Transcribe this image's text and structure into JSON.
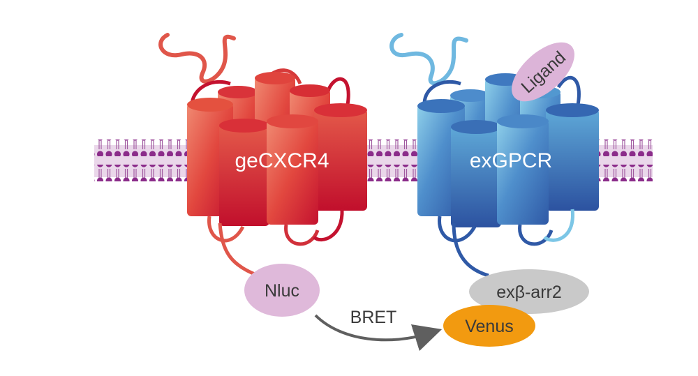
{
  "labels": {
    "left_receptor": "geCXCR4",
    "right_receptor": "exGPCR",
    "ligand": "Ligand",
    "donor": "Nluc",
    "arrestin": "exβ-arr2",
    "acceptor": "Venus",
    "transfer": "BRET"
  },
  "colors": {
    "red_dark": "#c4122f",
    "red_light": "#ef7a63",
    "blue_dark": "#2f59a6",
    "blue_light": "#7cc6e6",
    "membrane_band": "#ead7ea",
    "lipid_head": "#8b2c8a",
    "nluc_fill": "#dfb9da",
    "ligand_fill": "#dcb4d8",
    "arrestin_fill": "#c9c9c9",
    "venus_fill": "#f29a10",
    "arrow": "#5f5f5f"
  }
}
